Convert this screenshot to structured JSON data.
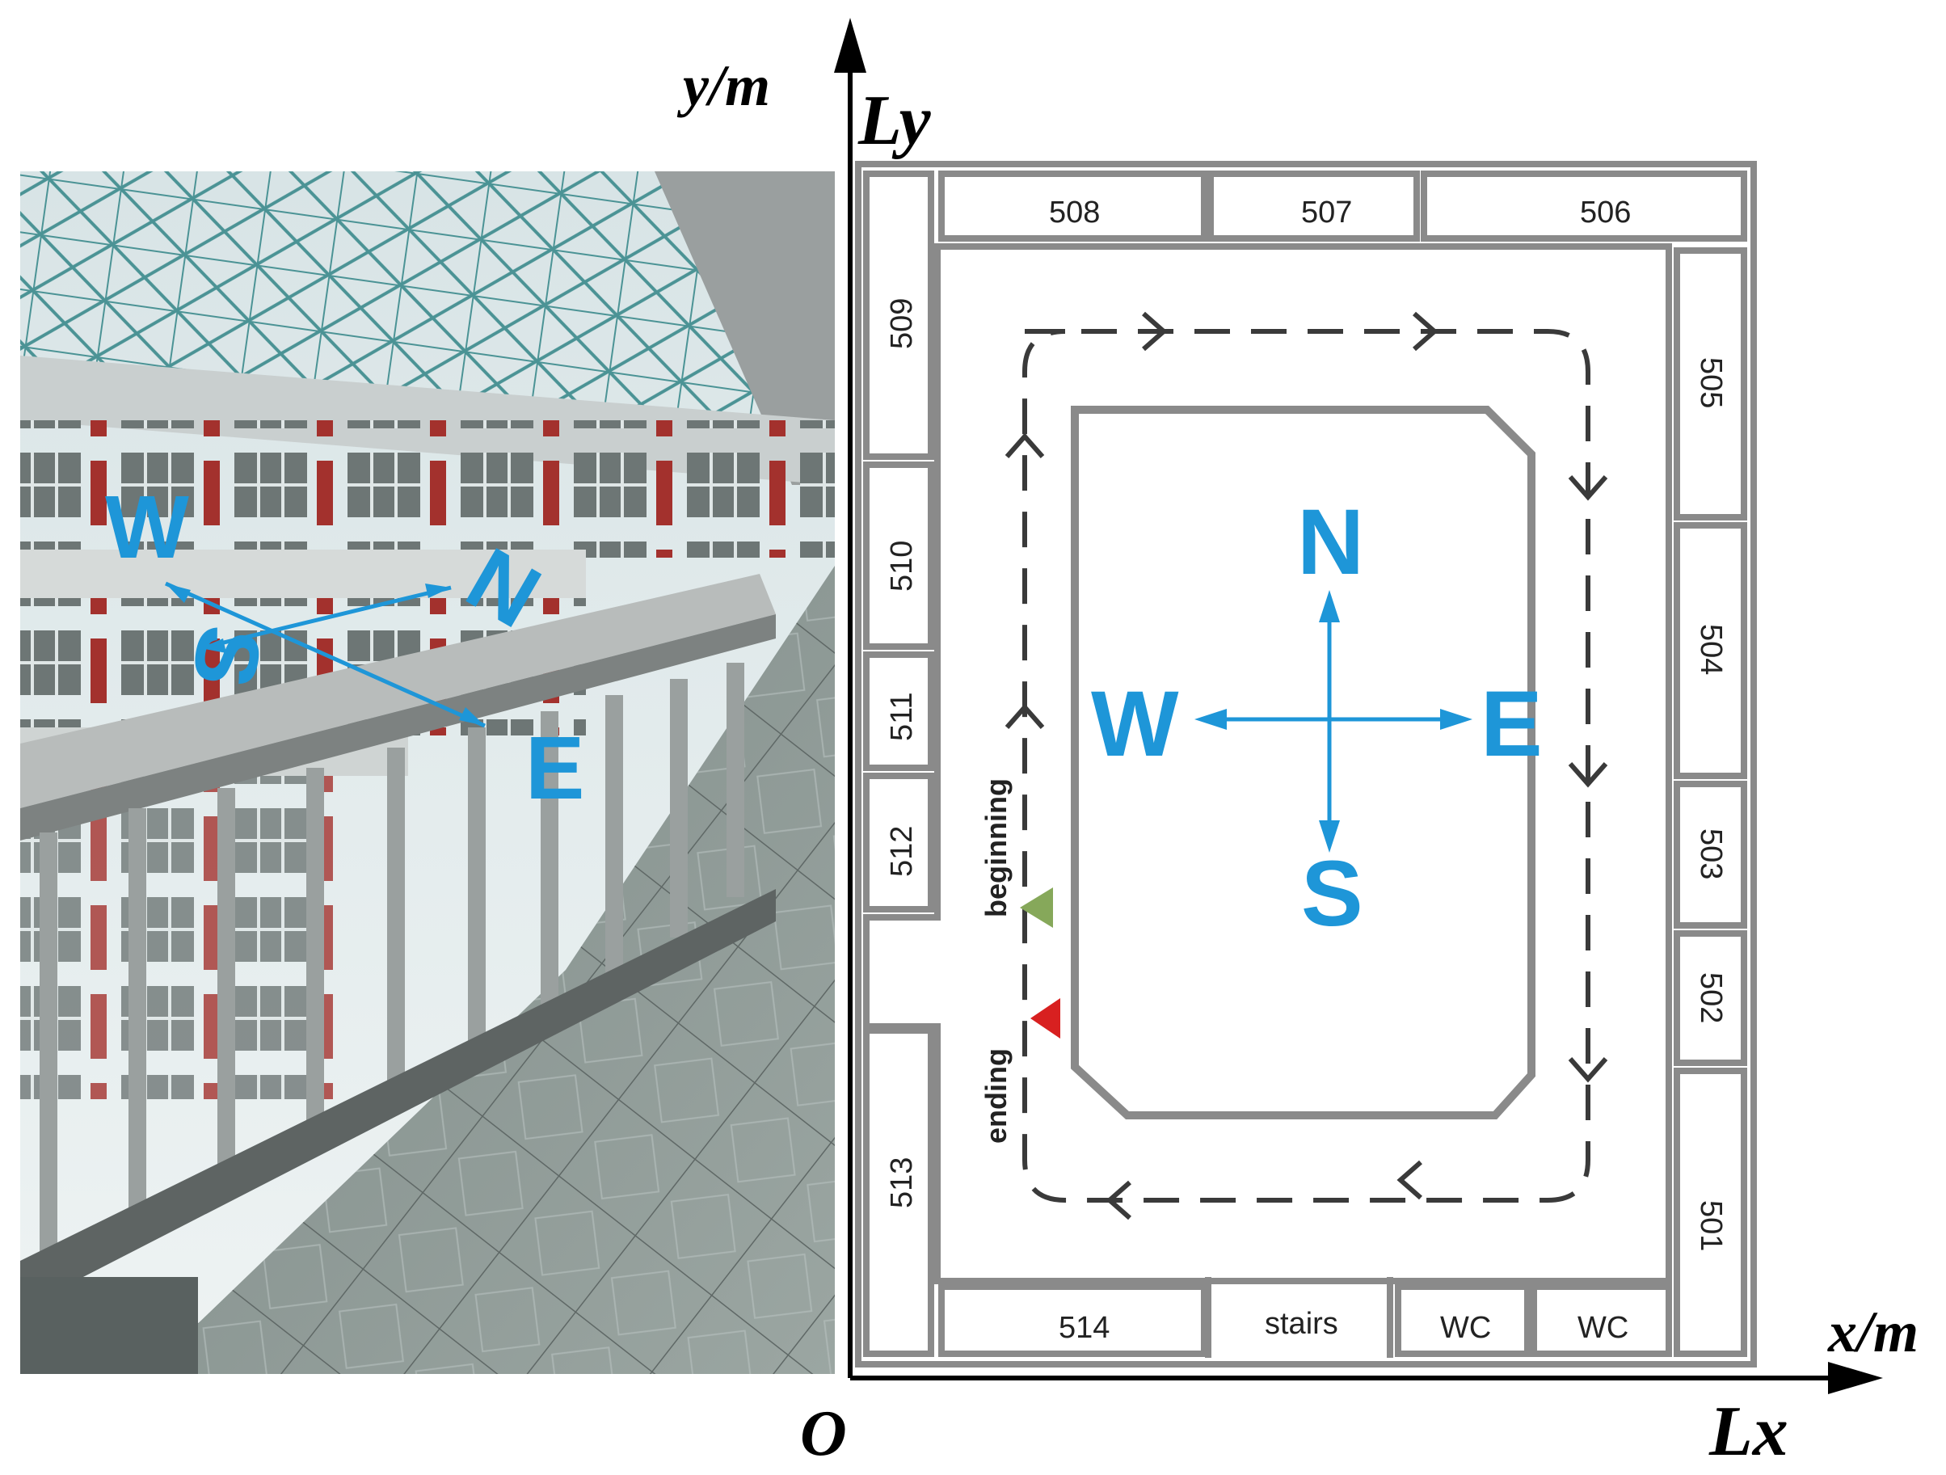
{
  "colors": {
    "compass": "#1e96d8",
    "wall": "#8a8a8a",
    "wall_fill": "#b5b5b5",
    "path": "#3a3a3a",
    "beginning_marker": "#86a85a",
    "ending_marker": "#d82020"
  },
  "axes": {
    "y_unit": "y/m",
    "y_name": "Ly",
    "x_unit": "x/m",
    "x_name": "Lx",
    "origin": "O"
  },
  "photo": {
    "compass": {
      "north": "N",
      "south": "S",
      "east": "E",
      "west": "W"
    }
  },
  "floorplan": {
    "rooms": {
      "r508": "508",
      "r507": "507",
      "r506": "506",
      "r505": "505",
      "r504": "504",
      "r503": "503",
      "r502": "502",
      "r501": "501",
      "r509": "509",
      "r510": "510",
      "r511": "511",
      "r512": "512",
      "r513": "513",
      "r514": "514",
      "stairs": "stairs",
      "wc1": "WC",
      "wc2": "WC"
    },
    "compass": {
      "north": "N",
      "south": "S",
      "east": "E",
      "west": "W"
    },
    "route": {
      "beginning": "beginning",
      "ending": "ending"
    }
  }
}
